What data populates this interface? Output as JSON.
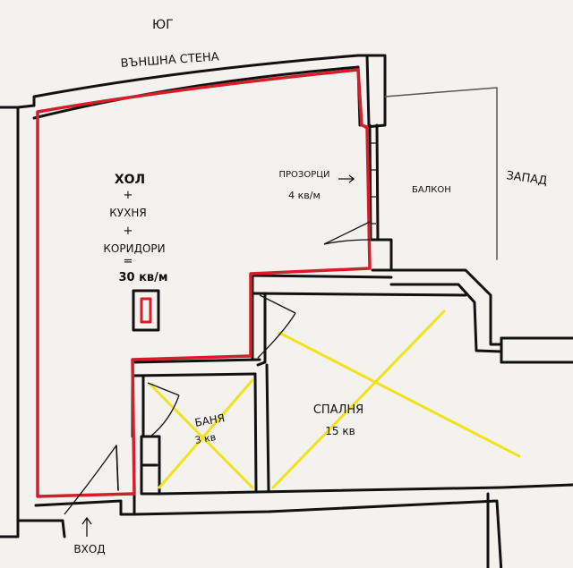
{
  "compass": {
    "south": "ЮГ",
    "west": "ЗАПАД"
  },
  "labels": {
    "outer_wall": "ВЪНШНА СТЕНА",
    "balcony": "БАЛКОН",
    "entrance": "ВХОД"
  },
  "living_area": {
    "line1": "ХОЛ",
    "plus1": "+",
    "line2": "КУХНЯ",
    "plus2": "+",
    "line3": "КОРИДОРИ",
    "equals": "=",
    "area": "30 кв/м"
  },
  "windows": {
    "label": "ПРОЗОРЦИ",
    "area": "4 кв/м"
  },
  "bathroom": {
    "label": "БАНЯ",
    "area": "3 кв"
  },
  "bedroom": {
    "label": "СПАЛНЯ",
    "area": "15 кв"
  },
  "colors": {
    "wall": "#111111",
    "living_outline": "#d41f2a",
    "cross": "#f2e21a",
    "paper": "#f3f2ef"
  }
}
